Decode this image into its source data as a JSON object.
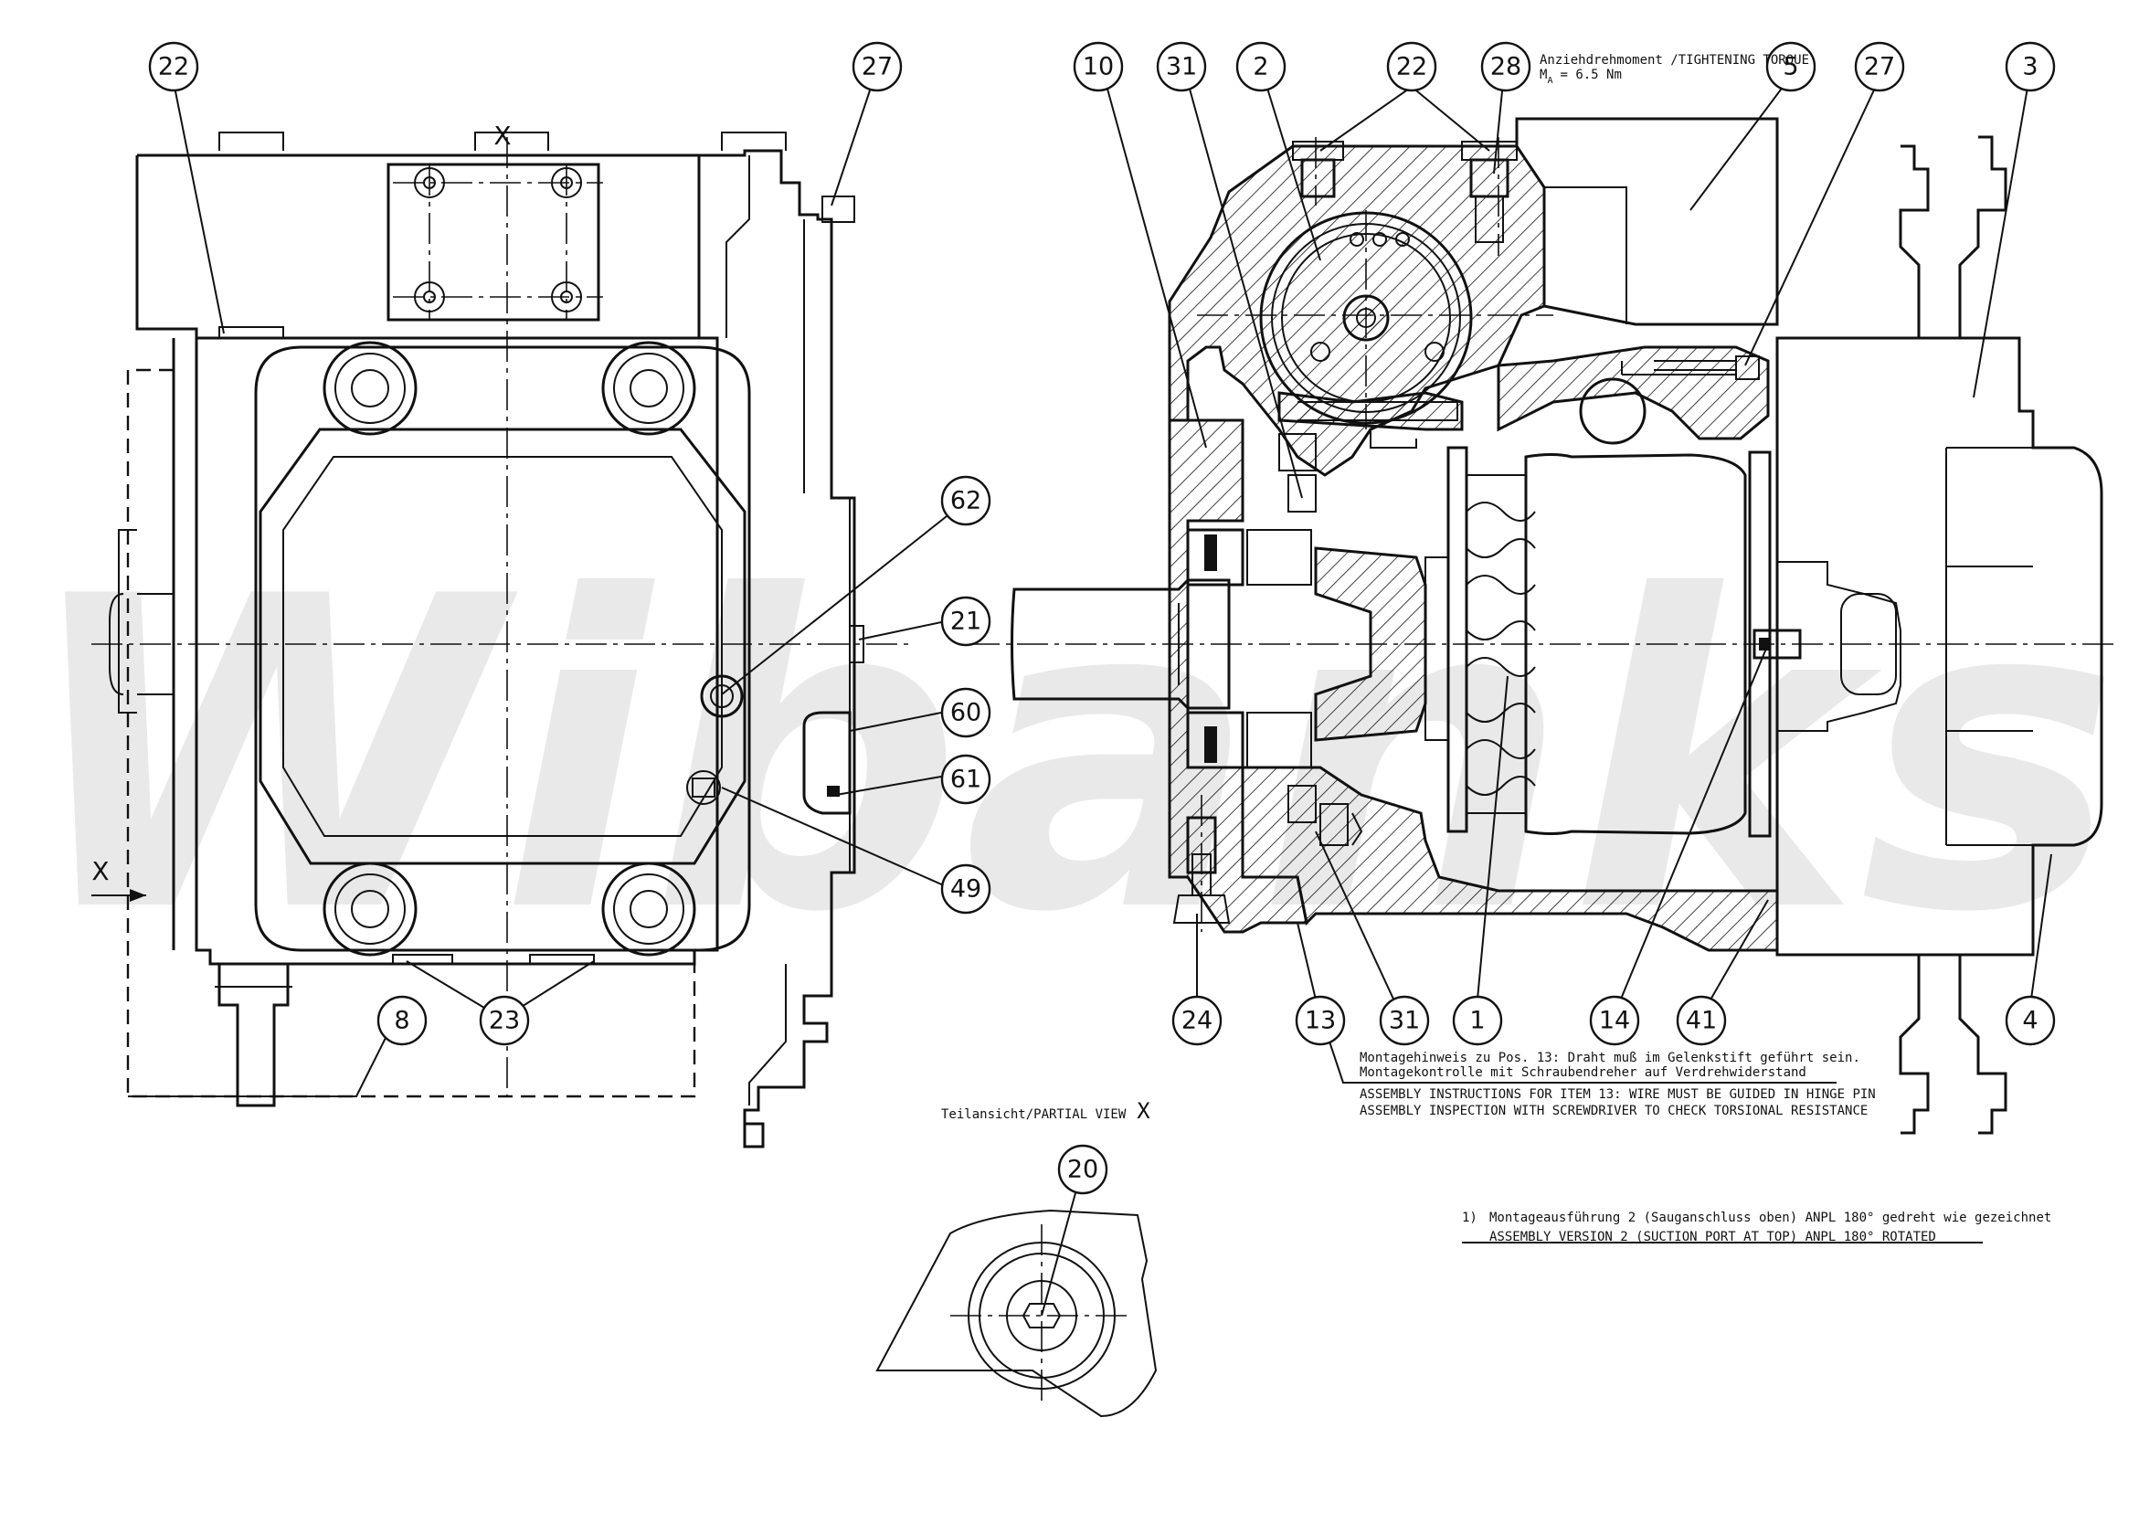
{
  "watermark": "Wibanks",
  "bubbles": {
    "b22a": "22",
    "b27a": "27",
    "b62": "62",
    "b21": "21",
    "b60": "60",
    "b61": "61",
    "b49": "49",
    "b23": "23",
    "b8": "8",
    "b10": "10",
    "b31a": "31",
    "b2": "2",
    "b22b": "22",
    "b28": "28",
    "b5": "5",
    "b27b": "27",
    "b3": "3",
    "b24": "24",
    "b13": "13",
    "b31b": "31",
    "b1": "1",
    "b14": "14",
    "b41": "41",
    "b4": "4",
    "b20": "20"
  },
  "view_marker": "X",
  "torque_note": {
    "line1": "Anziehdrehmoment /TIGHTENING TORQUE",
    "line2_prefix": "M",
    "line2_sub": "A",
    "line2_value": "= 6.5 Nm"
  },
  "assembly_note": {
    "de1": "Montagehinweis zu Pos. 13: Draht muß im Gelenkstift geführt sein.",
    "de2": "Montagekontrolle mit Schraubendreher auf Verdrehwiderstand",
    "en1": "ASSEMBLY INSTRUCTIONS FOR ITEM 13: WIRE MUST BE GUIDED IN HINGE PIN",
    "en2": "ASSEMBLY INSPECTION WITH SCREWDRIVER TO CHECK TORSIONAL RESISTANCE"
  },
  "partial_view": {
    "label": "Teilansicht/PARTIAL VIEW",
    "marker": "X"
  },
  "version_note": {
    "num": "1)",
    "de": "Montageausführung 2 (Sauganschluss oben) ANPL 180° gedreht wie gezeichnet",
    "en": "ASSEMBLY VERSION 2 (SUCTION PORT AT TOP) ANPL 180° ROTATED"
  }
}
